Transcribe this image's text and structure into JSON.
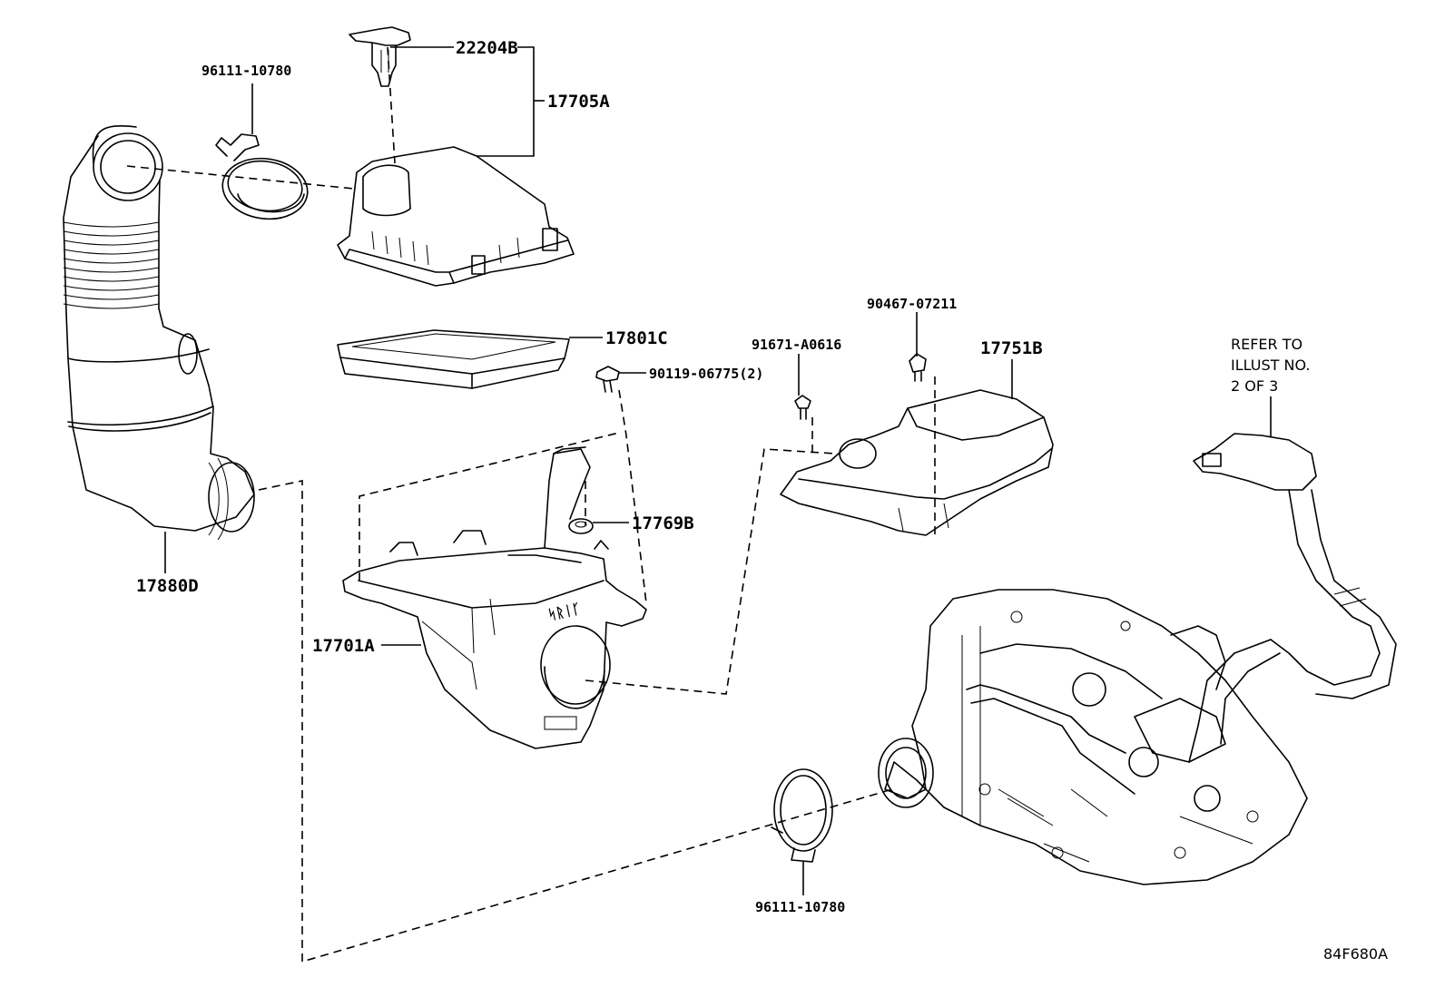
{
  "labels": {
    "p22204b": "22204B",
    "p17705a": "17705A",
    "p96111_top": "96111-10780",
    "p17801c": "17801C",
    "p90119": "90119-06775(2)",
    "p17769b": "17769B",
    "p17701a": "17701A",
    "p17880d": "17880D",
    "p90467": "90467-07211",
    "p91671": "91671-A0616",
    "p17751b": "17751B",
    "p96111_bottom": "96111-10780"
  },
  "refer_note": [
    "REFER TO",
    "ILLUST NO.",
    "2 OF 3"
  ],
  "illustration_id": "84F680A"
}
